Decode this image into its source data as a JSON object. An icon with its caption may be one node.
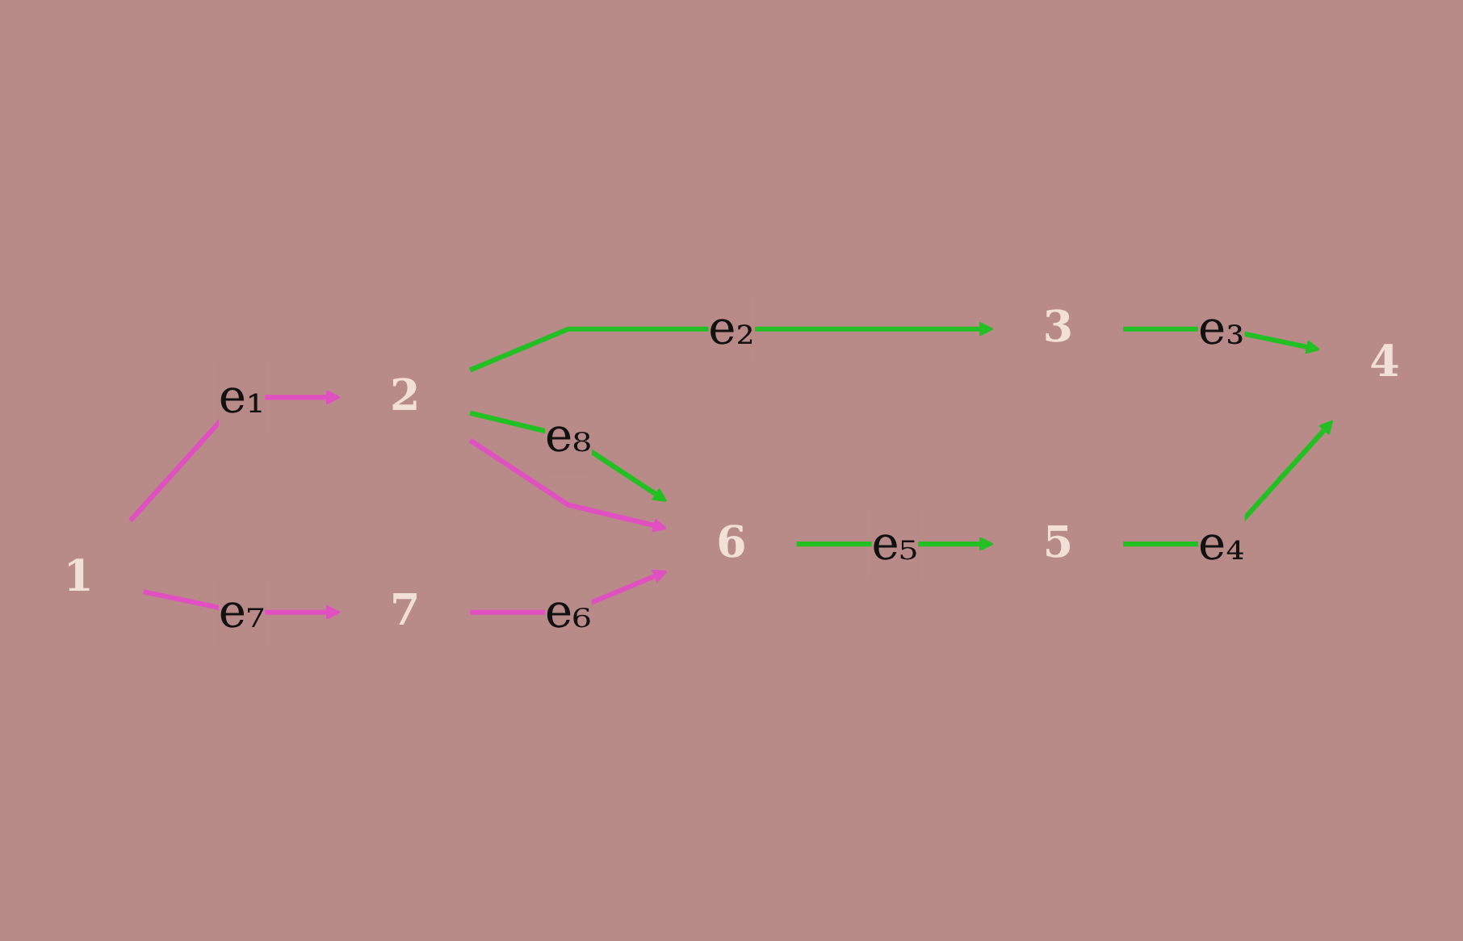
{
  "diagram": {
    "nodes": [
      {
        "text": [
          "1"
        ]
      },
      {
        "text": [
          "2"
        ]
      },
      {
        "text": [
          "3"
        ]
      },
      {
        "text": [
          "4"
        ]
      },
      {
        "text": [
          "5"
        ]
      },
      {
        "text": [
          "6"
        ]
      },
      {
        "text": [
          "7"
        ]
      }
    ],
    "edges": [
      {
        "from": 0,
        "to": 1,
        "arrow": "to",
        "label": "e₁",
        "color": "#e050c0"
      },
      {
        "from": 1,
        "to": 2,
        "arrow": "to",
        "label": "e₂"
      },
      {
        "from": 2,
        "to": 3,
        "arrow": "to",
        "label": "e₃"
      },
      {
        "from": 4,
        "to": 3,
        "arrow": "to",
        "label": "e₄"
      },
      {
        "from": 5,
        "to": 4,
        "arrow": "to",
        "label": "e₅"
      },
      {
        "from": 6,
        "to": 5,
        "arrow": "to",
        "label": "e₆",
        "color": "#e050c0"
      },
      {
        "from": 0,
        "to": 6,
        "arrow": "to",
        "label": "e₇",
        "color": "#e050c0"
      },
      {
        "from": 1,
        "to": 5,
        "arrow": "to",
        "label": "e₈"
      },
      {
        "from": 1,
        "to": 5,
        "arrow": "to",
        "color": "#e050c0"
      }
    ]
  }
}
